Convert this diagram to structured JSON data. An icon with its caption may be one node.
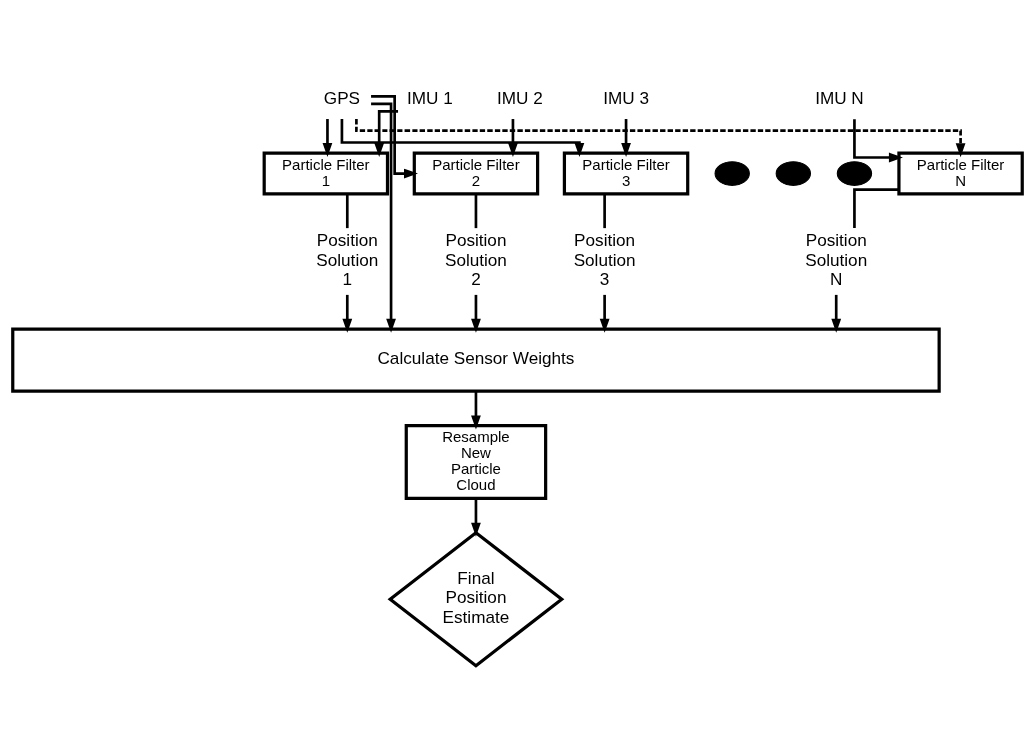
{
  "diagram": {
    "nodes": [
      {
        "text": [
          "GPS"
        ]
      },
      {
        "text": [
          "IMU 1"
        ]
      },
      {
        "text": [
          "IMU 2"
        ]
      },
      {
        "text": [
          "IMU 3"
        ]
      },
      {
        "text": [
          "IMU N"
        ]
      },
      {
        "text": [
          "Particle Filter 1"
        ]
      },
      {
        "text": [
          "Particle Filter 2"
        ]
      },
      {
        "text": [
          "Particle Filter 3"
        ]
      },
      {
        "text": [],
        "shape": "ellipse"
      },
      {
        "text": [],
        "shape": "ellipse"
      },
      {
        "text": [],
        "shape": "ellipse"
      },
      {
        "text": [
          "Particle Filter N"
        ]
      },
      {
        "text": [
          "Position Solution 1"
        ]
      },
      {
        "text": [
          "Position Solution 2"
        ]
      },
      {
        "text": [
          "Position Solution 3"
        ]
      },
      {
        "text": [
          "Position Solution N"
        ]
      },
      {
        "text": [
          "Calculate Sensor Weights"
        ]
      },
      {
        "text": [
          "Resample New Particle Cloud"
        ]
      },
      {
        "text": [
          "Final Position Estimate"
        ]
      }
    ],
    "edges": [
      {
        "from": 0,
        "to": 5,
        "arrow": "to"
      },
      {
        "from": 0,
        "to": 6,
        "arrow": "to"
      },
      {
        "from": 0,
        "to": 7,
        "arrow": "to"
      },
      {
        "from": 0,
        "to": 11,
        "arrow": "to",
        "style": "dashed"
      },
      {
        "from": 0,
        "to": 16,
        "arrow": "to"
      },
      {
        "from": 1,
        "to": 5,
        "arrow": "to"
      },
      {
        "from": 2,
        "to": 6,
        "arrow": "to"
      },
      {
        "from": 3,
        "to": 7,
        "arrow": "to"
      },
      {
        "from": 4,
        "to": 11,
        "arrow": "to"
      },
      {
        "from": 5,
        "to": 12,
        "arrow": "none"
      },
      {
        "from": 6,
        "to": 13,
        "arrow": "none"
      },
      {
        "from": 7,
        "to": 14,
        "arrow": "none"
      },
      {
        "from": 11,
        "to": 15,
        "arrow": "none"
      },
      {
        "from": 12,
        "to": 16,
        "arrow": "to"
      },
      {
        "from": 13,
        "to": 16,
        "arrow": "to"
      },
      {
        "from": 14,
        "to": 16,
        "arrow": "to"
      },
      {
        "from": 15,
        "to": 16,
        "arrow": "to"
      },
      {
        "from": 16,
        "to": 17,
        "arrow": "to"
      },
      {
        "from": 17,
        "to": 18,
        "arrow": "to"
      }
    ]
  }
}
